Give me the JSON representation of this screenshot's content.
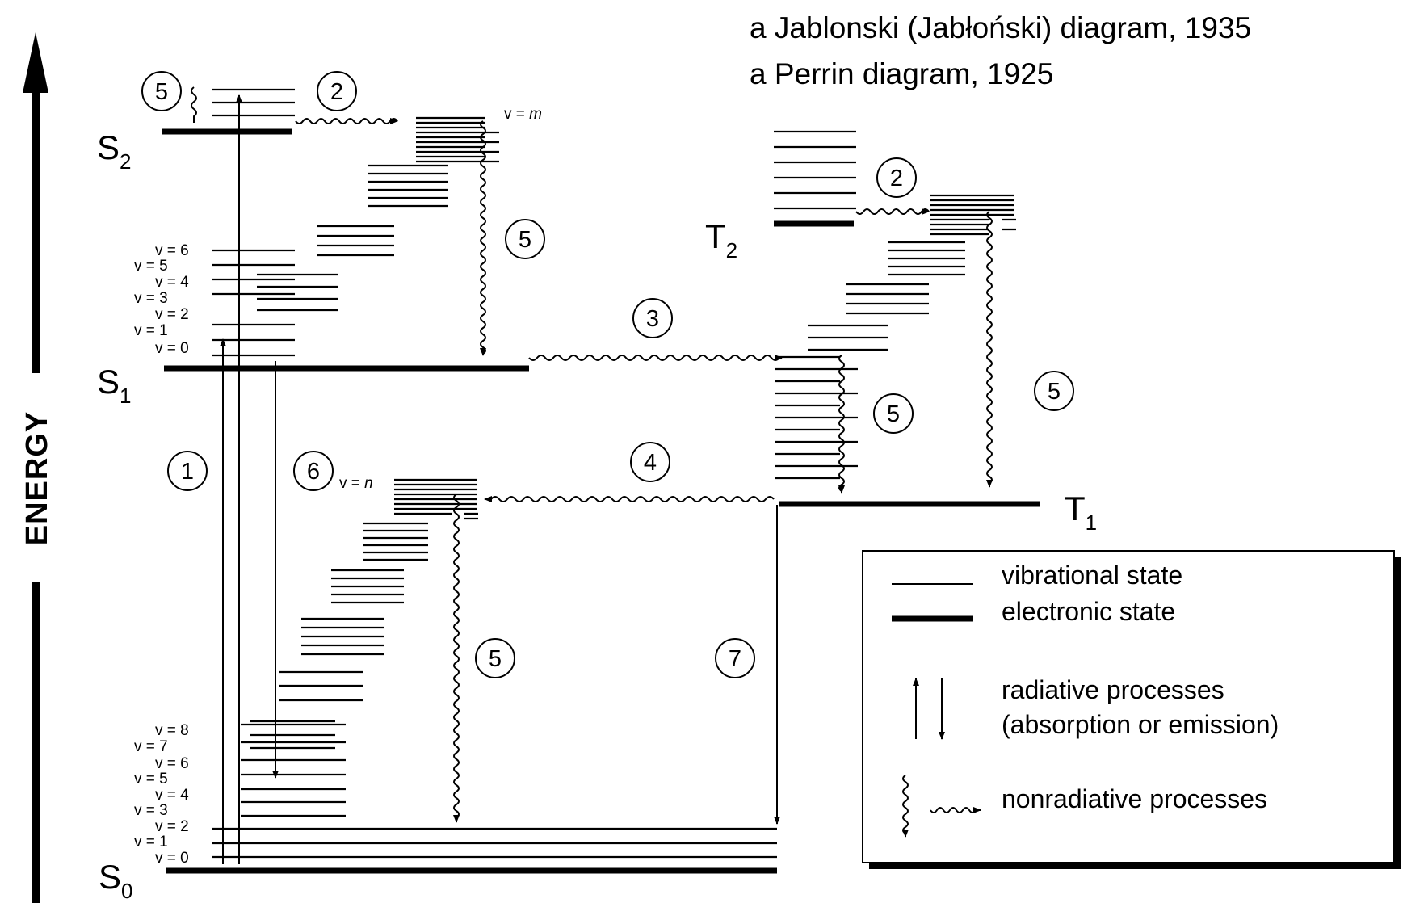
{
  "titles": {
    "line1": "a Jablonski (Jabłoński) diagram, 1935",
    "line2": "a Perrin diagram, 1925"
  },
  "energy_axis_label": "ENERGY",
  "states": {
    "s0": {
      "main": "S",
      "sub": "0"
    },
    "s1": {
      "main": "S",
      "sub": "1"
    },
    "s2": {
      "main": "S",
      "sub": "2"
    },
    "t1": {
      "main": "T",
      "sub": "1"
    },
    "t2": {
      "main": "T",
      "sub": "2"
    }
  },
  "vibrational_labels": {
    "s1": [
      "v = 6",
      "v = 5",
      "v = 4",
      "v = 3",
      "v = 2",
      "v = 1",
      "v = 0"
    ],
    "s0": [
      "v = 8",
      "v = 7",
      "v = 6",
      "v = 5",
      "v = 4",
      "v = 3",
      "v = 2",
      "v = 1",
      "v = 0"
    ],
    "vm_prefix": "v = ",
    "vm_var": "m",
    "vn_prefix": "v = ",
    "vn_var": "n"
  },
  "processes": {
    "p1": "1",
    "p2": "2",
    "p3": "3",
    "p4": "4",
    "p5": "5",
    "p6": "6",
    "p7": "7"
  },
  "legend": {
    "vibrational": "vibrational state",
    "electronic": "electronic state",
    "radiative_line1": "radiative processes",
    "radiative_line2": "(absorption or emission)",
    "nonradiative": "nonradiative processes"
  }
}
